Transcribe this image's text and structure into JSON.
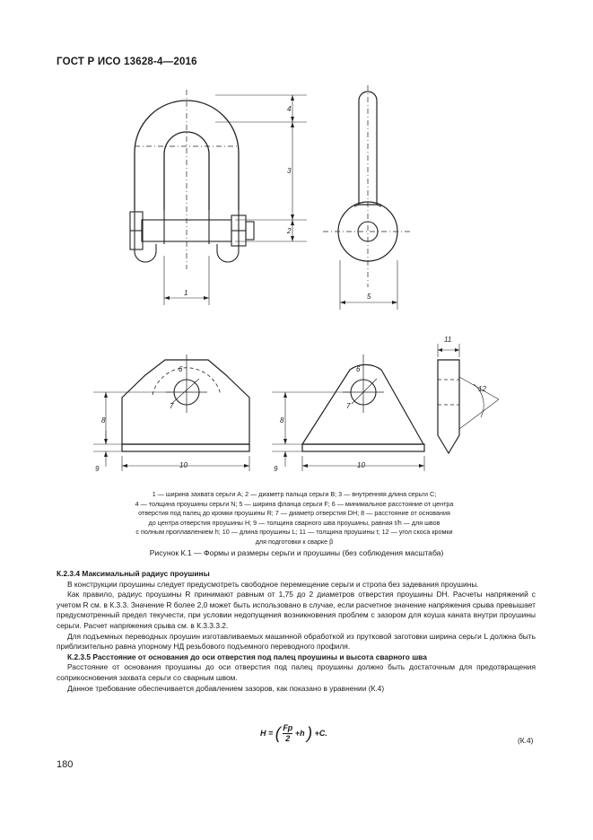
{
  "header": {
    "doc_id": "ГОСТ Р ИСО 13628-4—2016"
  },
  "figure1": {
    "labels": {
      "l1": "1",
      "l2": "2",
      "l3": "3",
      "l4": "4",
      "l5": "5"
    }
  },
  "figure2": {
    "labels": {
      "l6": "6",
      "l7": "7",
      "l8": "8",
      "l9": "9",
      "l10": "10",
      "l11": "11",
      "l12": "12"
    }
  },
  "caption": {
    "lines": [
      "1 — ширина захвата серьги A; 2 — диаметр пальца серьги B; 3 — внутренняя длина серьги C;",
      "4 — толщина проушины серьги N; 5 — ширина фланца серьги F; 6 — минимальное расстояние от центра",
      "отверстия под палец до кромки проушины R; 7 — диаметр отверстия DH; 8 — расстояние от основания",
      "до центра отверстия проушины H; 9 — толщина сварного шва проушины, равная t/h — для швов",
      "с полным проплавлением h; 10 — длина проушины L; 11 — толщина проушины t; 12 — угол скоса кромки",
      "для подготовки к сварке β"
    ],
    "figure_title": "Рисунок К.1 — Формы и размеры серьги и проушины (без соблюдения масштаба)"
  },
  "section_k234": {
    "heading": "К.2.3.4 Максимальный радиус проушины",
    "p1": "В конструкции проушины следует предусмотреть свободное перемещение серьги и стропа без задевания проушины.",
    "p2": "Как правило, радиус проушины R принимают равным от 1,75 до 2 диаметров отверстия проушины DH. Расчеты напряжений с учетом R см. в К.3.3. Значение R более 2,0 может быть использовано в случае, если расчетное значение напряжения срыва превышает предусмотренный предел текучести, при условии недопущения возникновения проблем с зазором для коуша каната внутри проушины серьги. Расчет напряжения срыва см. в К.3.3.3.2.",
    "p3": "Для подъемных переводных проушин изготавливаемых машинной обработкой из прутковой заготовки ширина серьги L должна быть приблизительно равна упорному НД резьбового подъемного переводного профиля."
  },
  "section_k235": {
    "heading": "К.2.3.5 Расстояние от основания до оси отверстия под палец проушины и высота сварного шва",
    "p1": "Расстояние от основания проушины до оси отверстия под палец проушины должно быть достаточным для предотвращения соприкосновения захвата серьги со сварным швом.",
    "p2": "Данное требование обеспечивается добавлением зазоров, как показано в уравнении (К.4)"
  },
  "equation": {
    "lhs": "H",
    "num": "Fp",
    "den": "2",
    "rest": "+h",
    "tail": "+C.",
    "number": "(К.4)"
  },
  "page_number": "180"
}
